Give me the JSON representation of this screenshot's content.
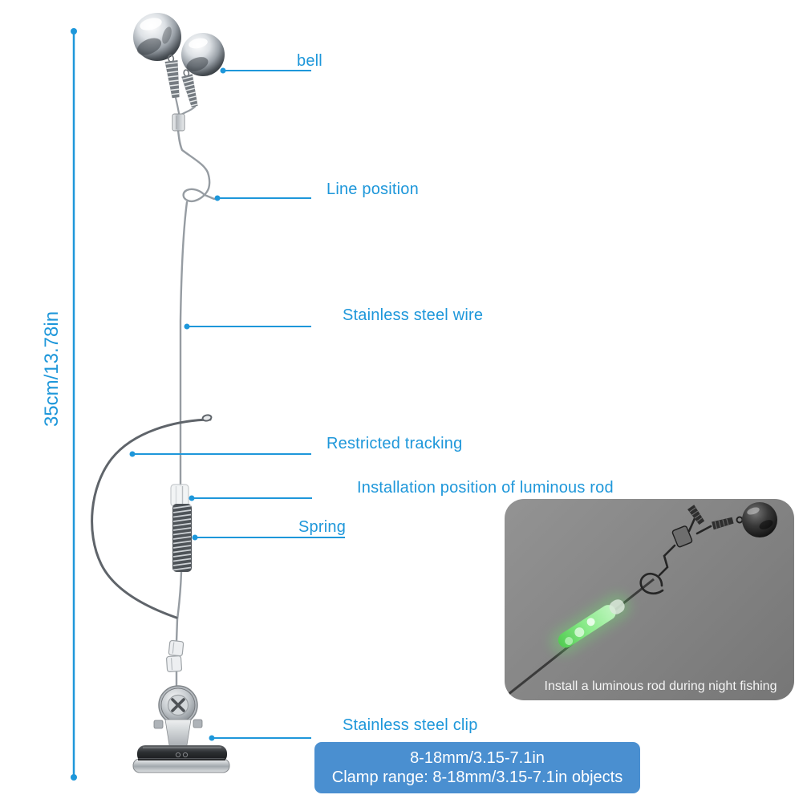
{
  "colors": {
    "label_blue": "#1e97da",
    "banner_blue": "#4a8fd0",
    "luminous_green": "#6fe06f",
    "inset_gray": "#868686"
  },
  "labels": {
    "bell": "bell",
    "line_position": "Line position",
    "stainless_steel_wire": "Stainless steel wire",
    "restricted_tracking": "Restricted tracking",
    "installation_position": "Installation position of luminous rod",
    "spring": "Spring",
    "stainless_steel_clip": "Stainless steel clip"
  },
  "dimension": {
    "label": "35cm/13.78in"
  },
  "inset": {
    "caption": "Install a luminous rod during night fishing"
  },
  "banner": {
    "line1": "8-18mm/3.15-7.1in",
    "line2": "Clamp range: 8-18mm/3.15-7.1in objects"
  }
}
